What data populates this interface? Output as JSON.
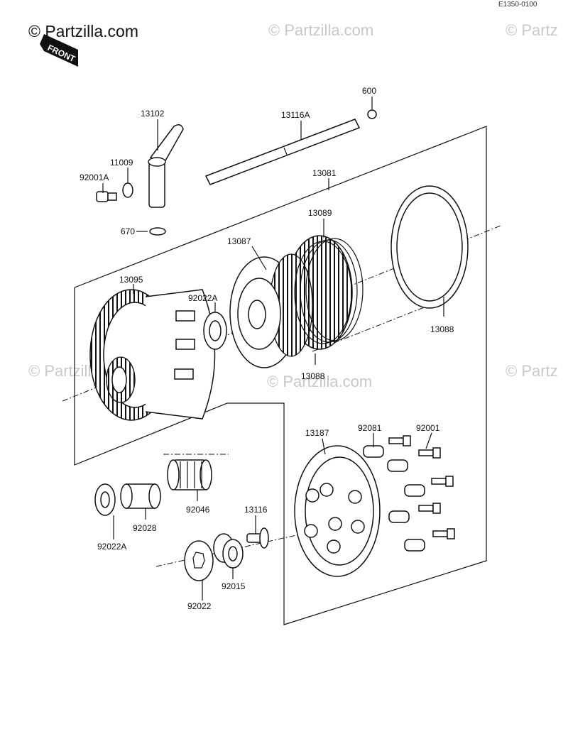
{
  "watermark": {
    "brand": "© Partzilla.com",
    "brand_faded": "© Partzilla.com",
    "brand_faded_cut": "© Partz"
  },
  "drawing_ref": "E1350-0100",
  "front_tag": "FRONT",
  "parts": {
    "p600": "600",
    "p13102": "13102",
    "p13116A": "13116A",
    "p11009": "11009",
    "p92001A": "92001A",
    "p13081": "13081",
    "p13089": "13089",
    "p670": "670",
    "p13087": "13087",
    "p13095": "13095",
    "p92022A_top": "92022A",
    "p13088_right": "13088",
    "p13088_bottom": "13088",
    "p13187": "13187",
    "p92081": "92081",
    "p92001": "92001",
    "p92046": "92046",
    "p13116": "13116",
    "p92028": "92028",
    "p92022A_bottom": "92022A",
    "p92015": "92015",
    "p92022": "92022"
  }
}
